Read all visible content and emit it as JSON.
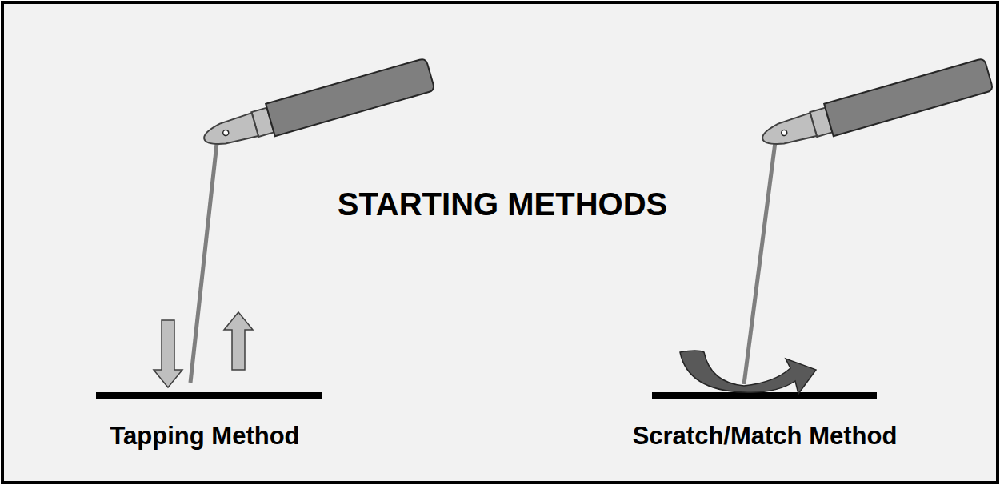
{
  "diagram": {
    "title": "STARTING METHODS",
    "labels": [
      "Tapping Method",
      "Scratch/Match Method"
    ]
  }
}
